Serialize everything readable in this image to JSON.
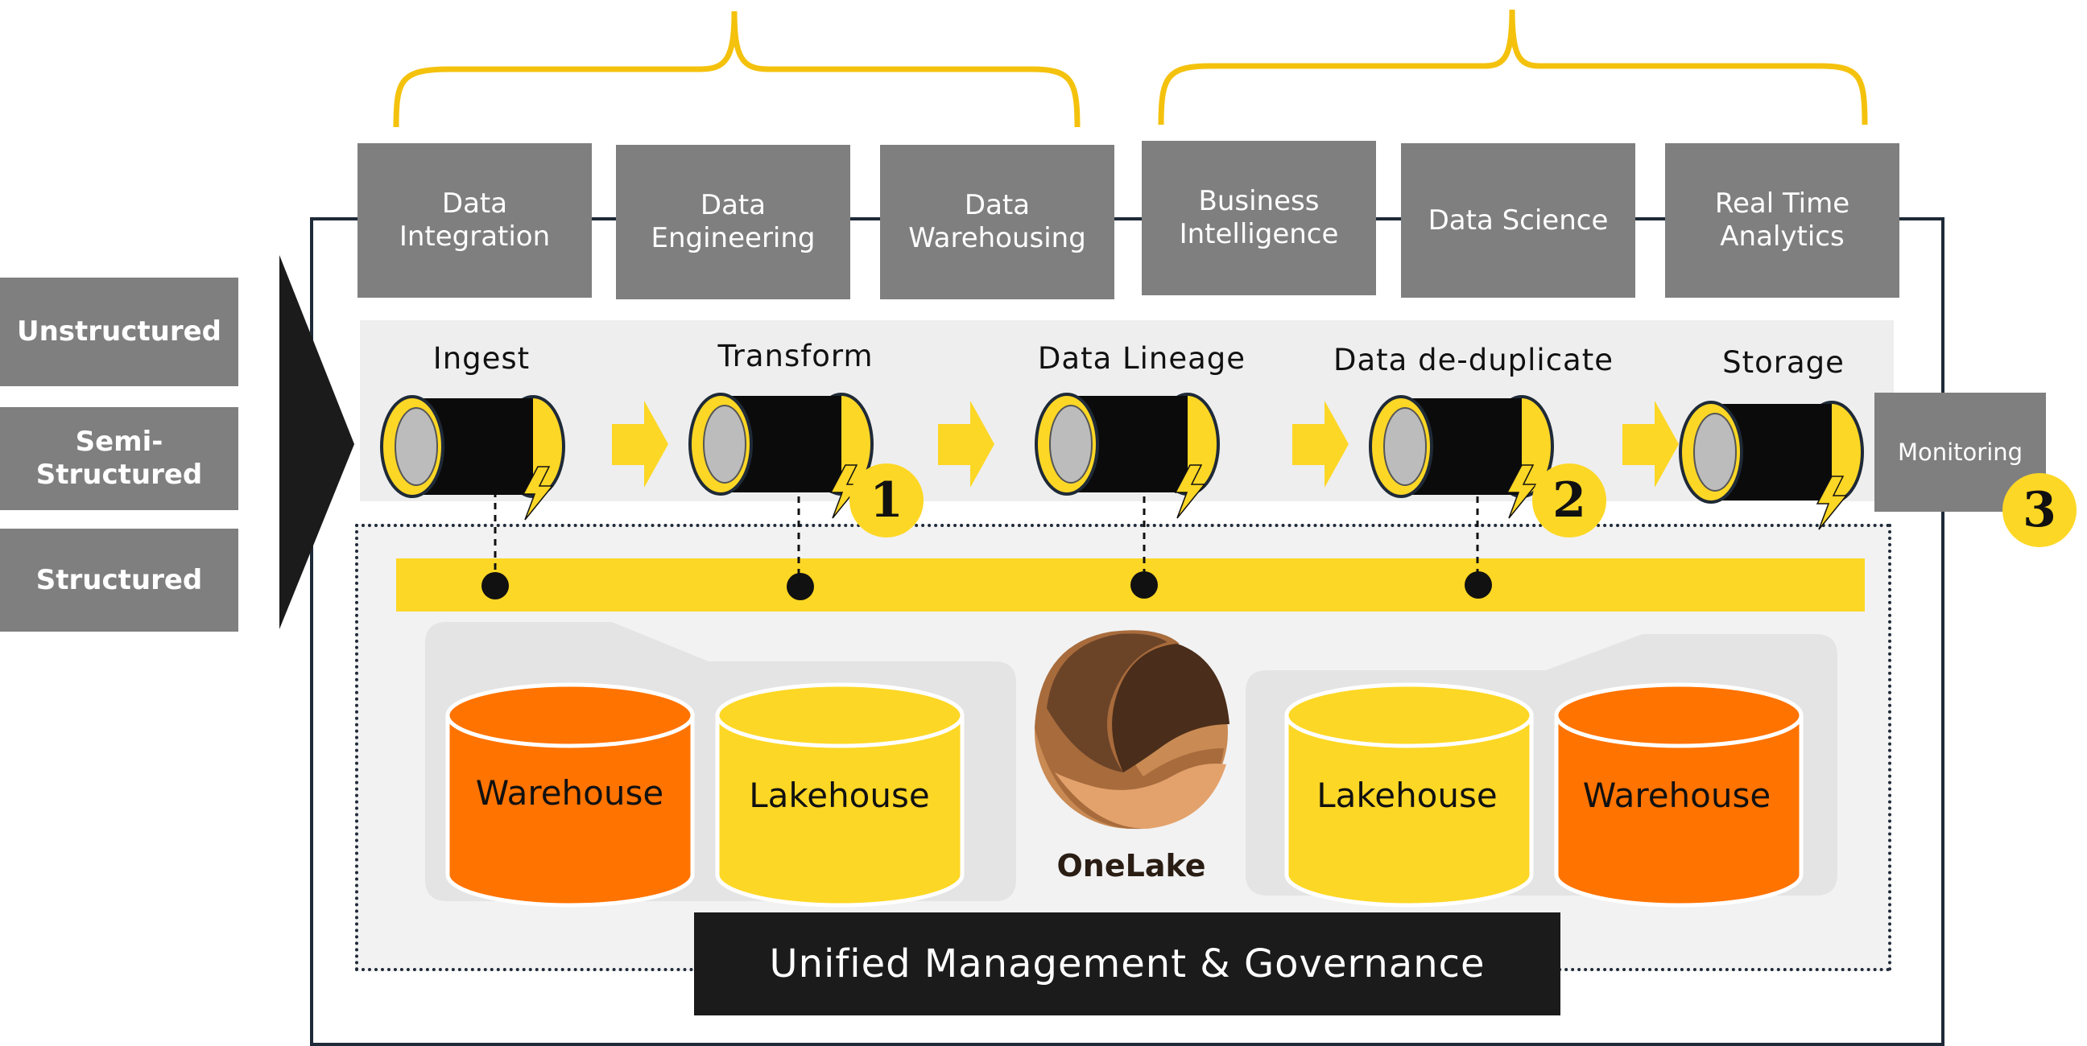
{
  "top_workloads": [
    {
      "label": "Data\nIntegration"
    },
    {
      "label": "Data\nEngineering"
    },
    {
      "label": "Data\nWarehousing"
    },
    {
      "label": "Business\nIntelligence"
    },
    {
      "label": "Data Science"
    },
    {
      "label": "Real Time\nAnalytics"
    }
  ],
  "sources": [
    {
      "label": "Unstructured"
    },
    {
      "label": "Semi-\nStructured"
    },
    {
      "label": "Structured"
    }
  ],
  "stages": [
    {
      "label": "Ingest"
    },
    {
      "label": "Transform"
    },
    {
      "label": "Data Lineage"
    },
    {
      "label": "Data de-duplicate"
    },
    {
      "label": "Storage"
    }
  ],
  "monitoring": {
    "label": "Monitoring"
  },
  "badges": [
    "1",
    "2",
    "3"
  ],
  "left_stores": [
    {
      "label": "Warehouse",
      "color": "#ff7300"
    },
    {
      "label": "Lakehouse",
      "color": "#fdd725"
    }
  ],
  "right_stores": [
    {
      "label": "Lakehouse",
      "color": "#fdd725"
    },
    {
      "label": "Warehouse",
      "color": "#ff7300"
    }
  ],
  "onelake": {
    "label": "OneLake"
  },
  "governance": {
    "label": "Unified Management & Governance"
  },
  "colors": {
    "accent_yellow": "#fdd725",
    "brace_yellow": "#f4c20d",
    "accent_orange": "#ff7300",
    "box_grey": "#7f7f7f",
    "frame_navy": "#1f2a38",
    "dark": "#1b1b1b"
  },
  "icons": {
    "pipe": "pipe-icon",
    "arrow": "flow-arrow-icon",
    "lightning": "lightning-icon",
    "database": "database-cylinder-icon",
    "onelake_logo": "onelake-logo-icon"
  }
}
